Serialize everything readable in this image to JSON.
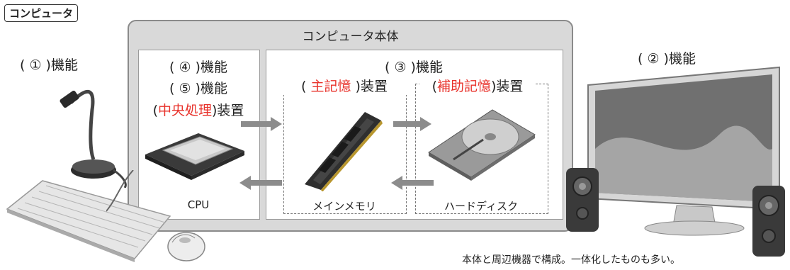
{
  "tag": "コンピュータ",
  "body_title": "コンピュータ本体",
  "input_fn": "( ① )機能",
  "output_fn": "( ② )機能",
  "storage_fn": "( ③ )機能",
  "cpu_fn_4": "( ④ )機能",
  "cpu_fn_5": "( ⑤ )機能",
  "cpu_device": {
    "open": "(",
    "highlight": "中央処理",
    "close": ")装置"
  },
  "main_device": {
    "open": "( ",
    "highlight": "主記憶",
    "close": " )装置"
  },
  "aux_device": {
    "open": "(",
    "highlight": "補助記憶",
    "close": ")装置"
  },
  "captions": {
    "cpu": "CPU",
    "memory": "メインメモリ",
    "hdd": "ハードディスク"
  },
  "footnote": "本体と周辺機器で構成。一体化したものも多い。",
  "colors": {
    "highlight": "#e8322b",
    "panel": "#d9d9d9",
    "arrow": "#8c8c8c"
  }
}
